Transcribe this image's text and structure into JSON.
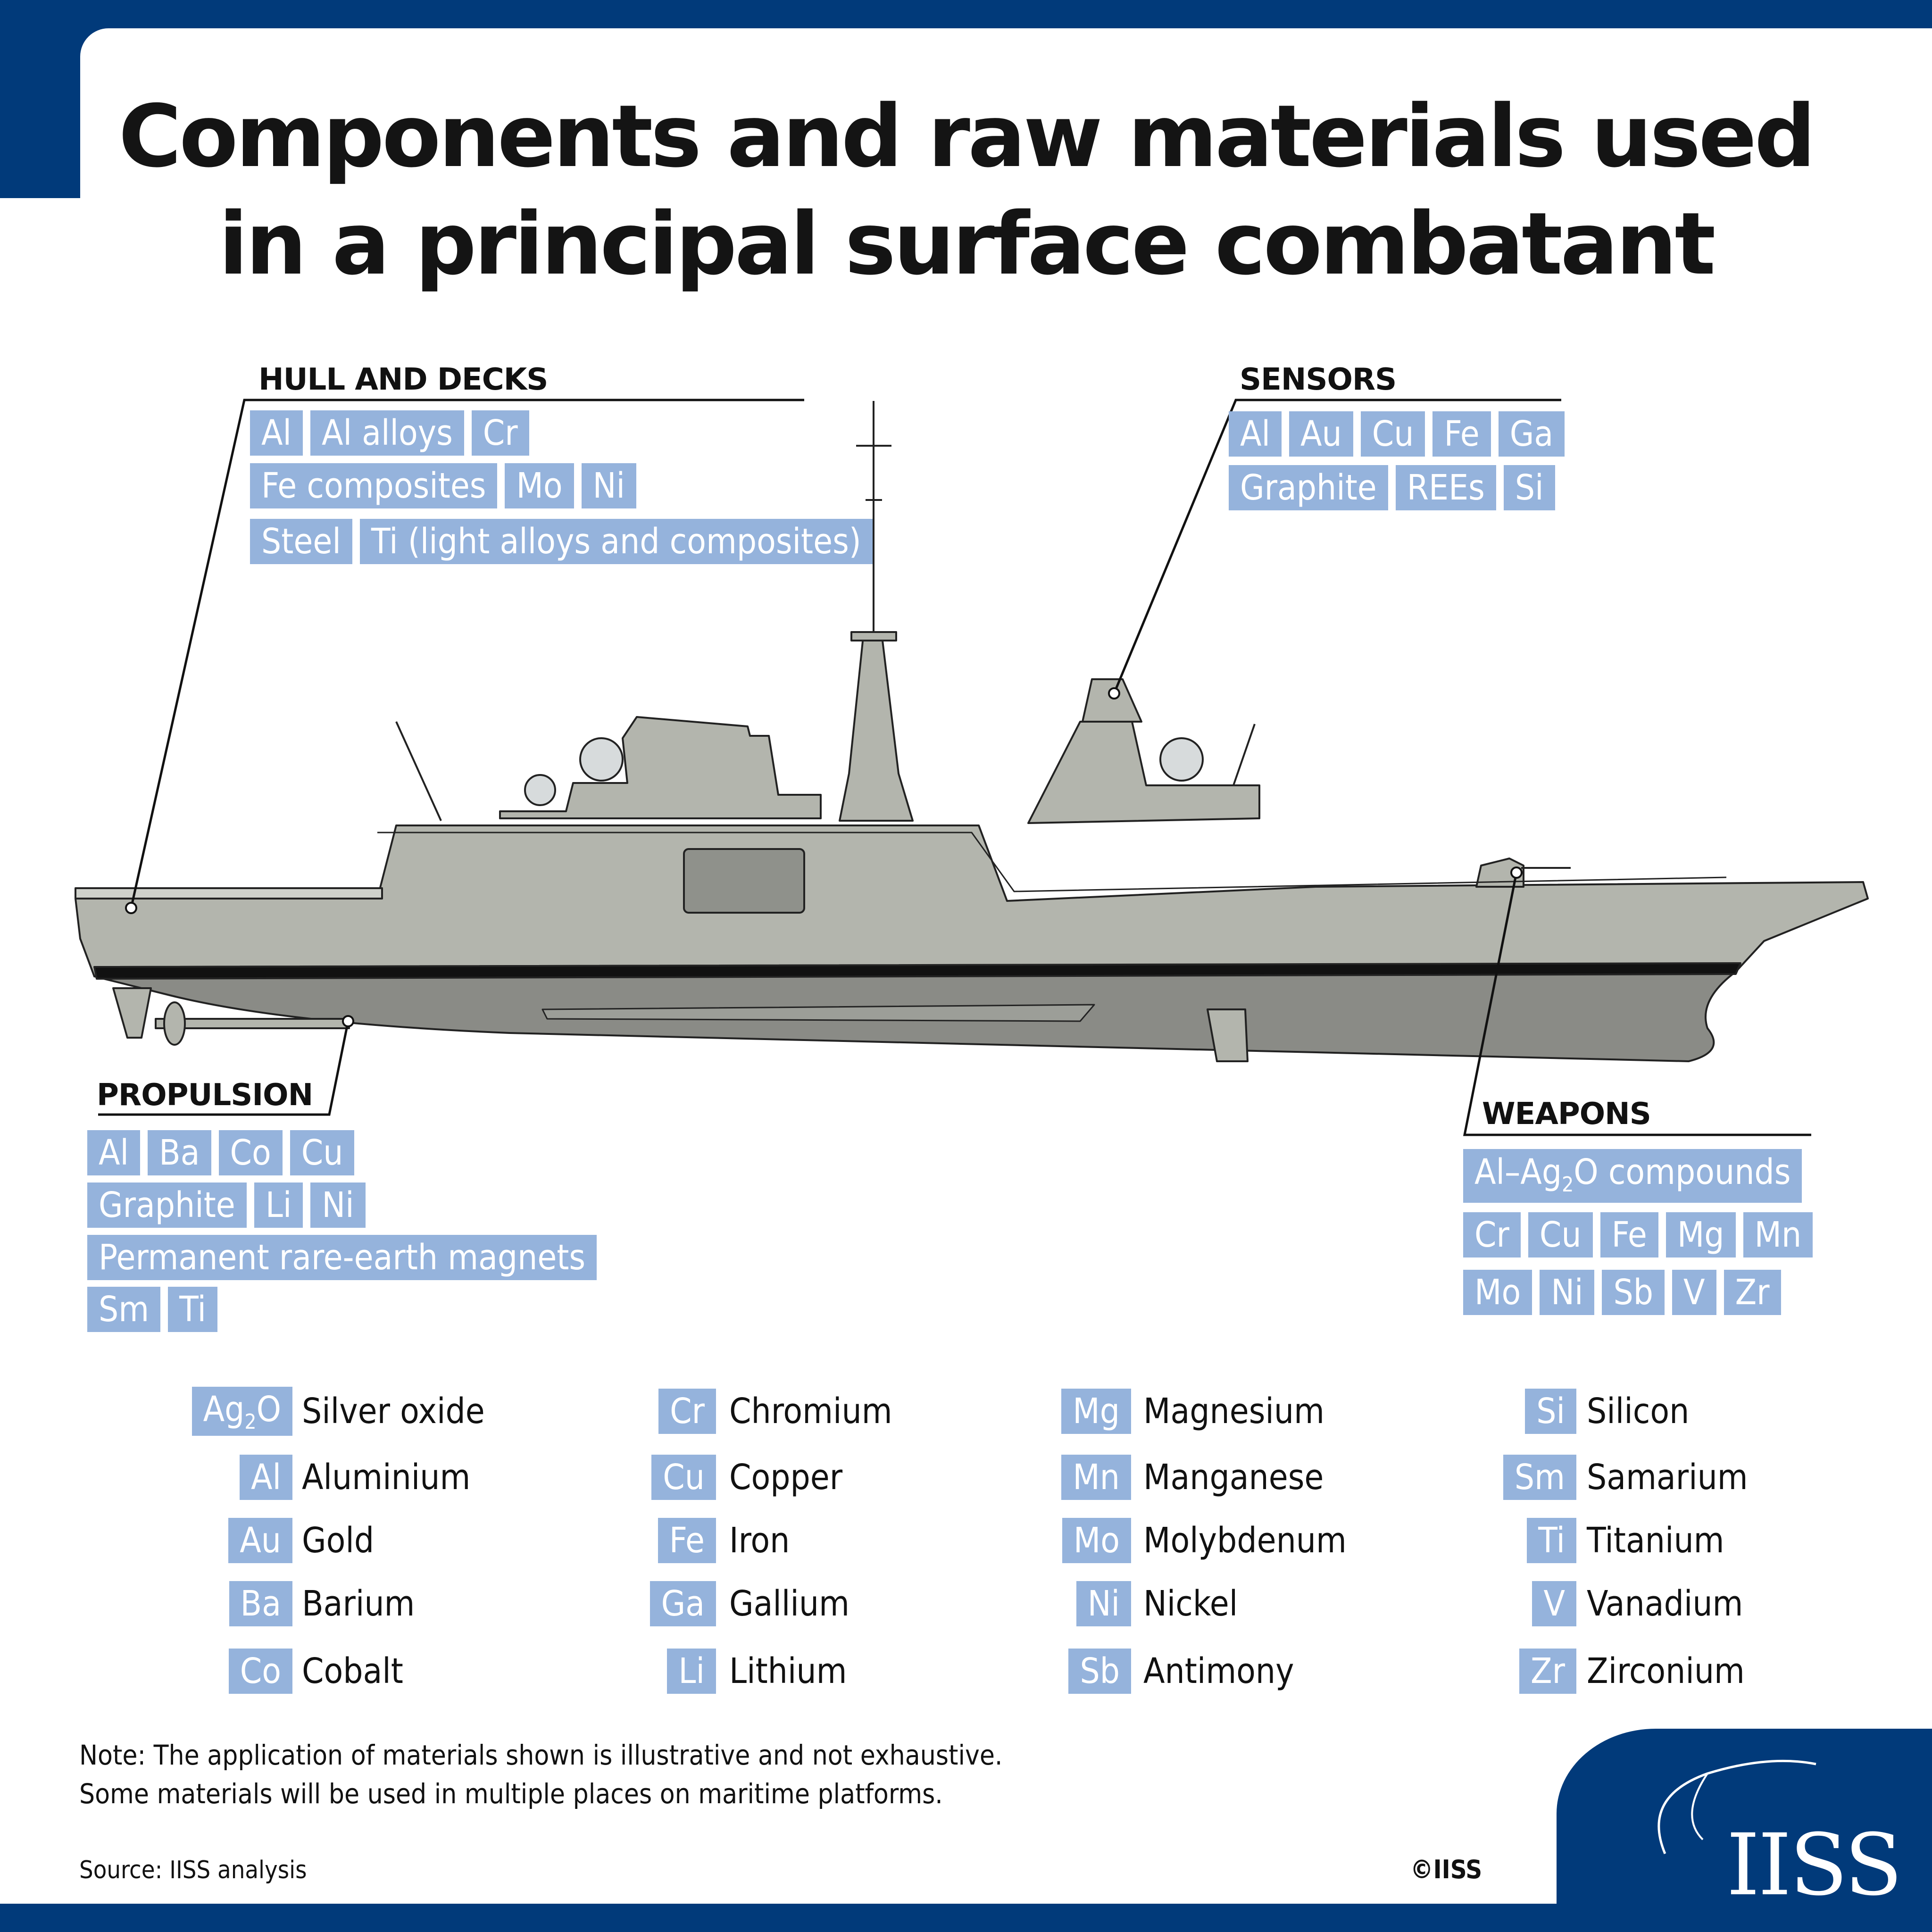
{
  "title": {
    "line1": "Components and raw materials used",
    "line2": "in a principal surface combatant"
  },
  "sections": {
    "hull": {
      "title": "HULL AND DECKS",
      "rows": [
        [
          "Al",
          "Al alloys",
          "Cr"
        ],
        [
          "Fe composites",
          "Mo",
          "Ni"
        ],
        [
          "Steel",
          "Ti (light alloys and composites)"
        ]
      ]
    },
    "sensors": {
      "title": "SENSORS",
      "rows": [
        [
          "Al",
          "Au",
          "Cu",
          "Fe",
          "Ga"
        ],
        [
          "Graphite",
          "REEs",
          "Si"
        ]
      ]
    },
    "propulsion": {
      "title": "PROPULSION",
      "rows": [
        [
          "Al",
          "Ba",
          "Co",
          "Cu"
        ],
        [
          "Graphite",
          "Li",
          "Ni"
        ],
        [
          "Permanent rare-earth magnets"
        ],
        [
          "Sm",
          "Ti"
        ]
      ]
    },
    "weapons": {
      "title": "WEAPONS",
      "row1": {
        "prefix": "Al–Ag",
        "sub": "2",
        "suffix": "O compounds"
      },
      "rows": [
        [
          "Cr",
          "Cu",
          "Fe",
          "Mg",
          "Mn"
        ],
        [
          "Mo",
          "Ni",
          "Sb",
          "V",
          "Zr"
        ]
      ]
    }
  },
  "legend": [
    [
      {
        "symbol": "Ag",
        "sub": "2",
        "symbol_suffix": "O",
        "name": "Silver oxide"
      },
      {
        "symbol": "Al",
        "name": "Aluminium"
      },
      {
        "symbol": "Au",
        "name": "Gold"
      },
      {
        "symbol": "Ba",
        "name": "Barium"
      },
      {
        "symbol": "Co",
        "name": "Cobalt"
      }
    ],
    [
      {
        "symbol": "Cr",
        "name": "Chromium"
      },
      {
        "symbol": "Cu",
        "name": "Copper"
      },
      {
        "symbol": "Fe",
        "name": "Iron"
      },
      {
        "symbol": "Ga",
        "name": "Gallium"
      },
      {
        "symbol": "Li",
        "name": "Lithium"
      }
    ],
    [
      {
        "symbol": "Mg",
        "name": "Magnesium"
      },
      {
        "symbol": "Mn",
        "name": "Manganese"
      },
      {
        "symbol": "Mo",
        "name": "Molybdenum"
      },
      {
        "symbol": "Ni",
        "name": "Nickel"
      },
      {
        "symbol": "Sb",
        "name": "Antimony"
      }
    ],
    [
      {
        "symbol": "Si",
        "name": "Silicon"
      },
      {
        "symbol": "Sm",
        "name": "Samarium"
      },
      {
        "symbol": "Ti",
        "name": "Titanium"
      },
      {
        "symbol": "V",
        "name": "Vanadium"
      },
      {
        "symbol": "Zr",
        "name": "Zirconium"
      }
    ]
  ],
  "note": {
    "line1": "Note: The application of materials shown is illustrative and not exhaustive.",
    "line2": "Some materials will be used in multiple places on maritime platforms."
  },
  "source": "Source: IISS analysis",
  "copyright": "©IISS",
  "logo": "IISS",
  "colors": {
    "brand": "#013a7a",
    "tag": "#95b3dc",
    "ship_hull": "#b3b5ad",
    "ship_underwater": "#8a8b86"
  }
}
